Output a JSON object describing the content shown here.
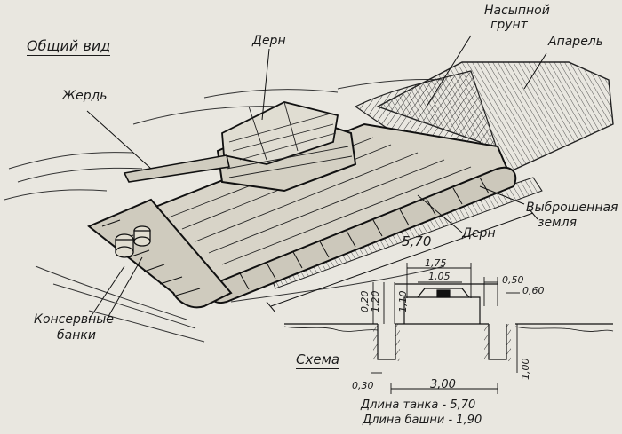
{
  "title": "Общий вид",
  "schema_title": "Схема",
  "labels": {
    "zherd": "Жердь",
    "dern_top": "Дерн",
    "nasypnoy_1": "Насыпной",
    "nasypnoy_2": "грунт",
    "aparel": "Апарель",
    "vybroshennaya_1": "Выброшенная",
    "vybroshennaya_2": "земля",
    "dern_side": "Дерн",
    "konservnye_1": "Консервные",
    "konservnye_2": "банки",
    "length": "5,70"
  },
  "dimensions": {
    "d175": "1,75",
    "d105": "1,05",
    "d020": "0,20",
    "d120": "1,20",
    "d110": "1,10",
    "d050": "0,50",
    "d060": "0,60",
    "d030": "0,30",
    "d300": "3,00",
    "d100": "1,00"
  },
  "notes": {
    "tank_length": "Длина танка - 5,70",
    "turret_length": "Длина башни - 1,90"
  }
}
